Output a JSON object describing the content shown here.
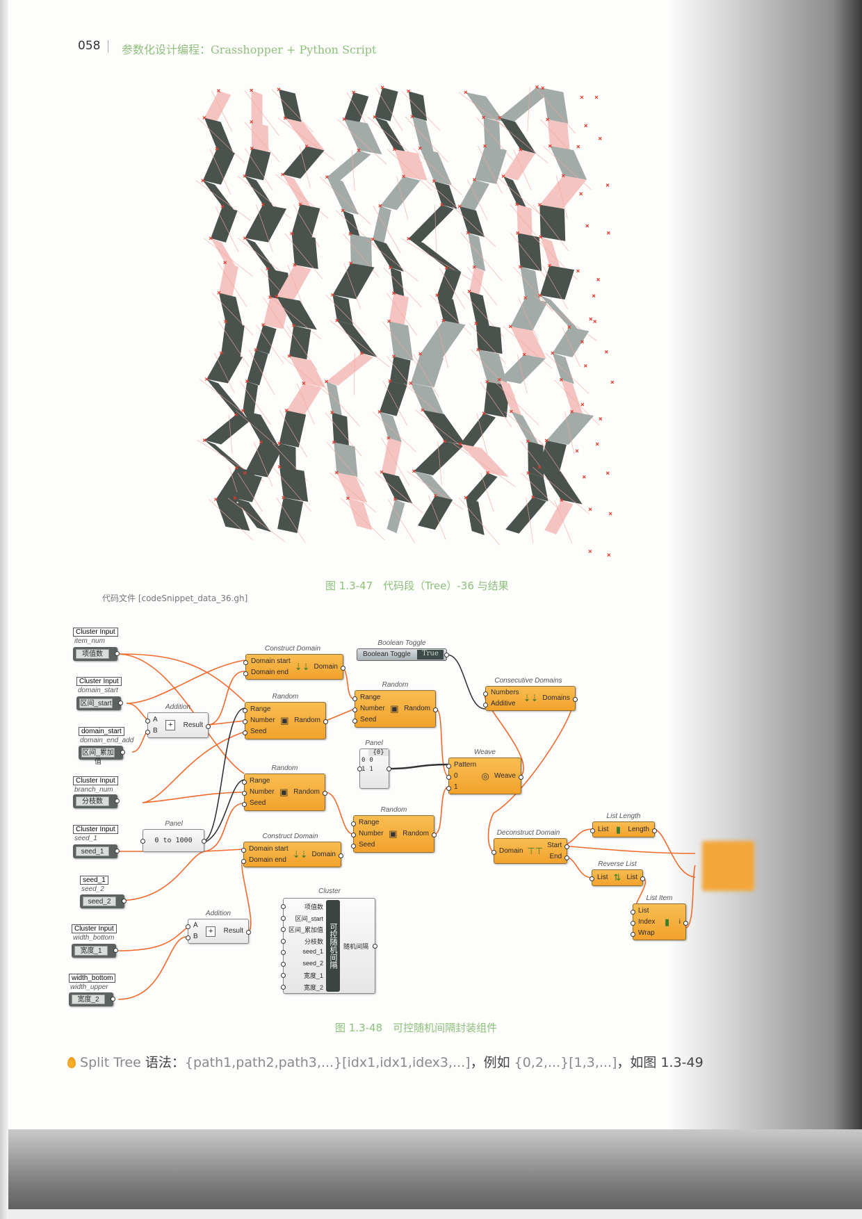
{
  "header": {
    "page_number": "058",
    "book_title": "参数化设计编程：Grasshopper + Python Script"
  },
  "figure1": {
    "caption": "图 1.3-47　代码段（Tree）-36 与结果",
    "colors": {
      "dark": "#4a524e",
      "light": "#a3aba8",
      "pink": "#f5c4c0",
      "marker": "#e03a2a"
    }
  },
  "code_file": "代码文件 [codeSnippet_data_36.gh]",
  "diagram": {
    "cluster_inputs": [
      {
        "label": "Cluster Input",
        "nickname": "item_num",
        "param": "项值数"
      },
      {
        "label": "Cluster Input",
        "nickname": "domain_start",
        "param": "区间_start"
      },
      {
        "label": "domain_start",
        "nickname": "domain_end_add",
        "param": "区间_累加值"
      },
      {
        "label": "Cluster Input",
        "nickname": "branch_num",
        "param": "分枝数"
      },
      {
        "label": "Cluster Input",
        "nickname": "seed_1",
        "param": "seed_1"
      },
      {
        "label": "seed_1",
        "nickname": "seed_2",
        "param": "seed_2"
      },
      {
        "label": "Cluster Input",
        "nickname": "width_bottom",
        "param": "宽度_1"
      },
      {
        "label": "width_bottom",
        "nickname": "width_upper",
        "param": "宽度_2"
      }
    ],
    "components": [
      {
        "title": "Construct Domain",
        "inputs": [
          "Domain start",
          "Domain end"
        ],
        "outputs": [
          "Domain"
        ],
        "icon": "construct-domain-icon",
        "style": "orange"
      },
      {
        "title": "Random",
        "inputs": [
          "Range",
          "Number",
          "Seed"
        ],
        "outputs": [
          "Random"
        ],
        "icon": "random-dice-icon",
        "style": "orange"
      },
      {
        "title": "Addition",
        "inputs": [
          "A",
          "B"
        ],
        "outputs": [
          "Result"
        ],
        "icon": "plus-icon",
        "style": "white"
      },
      {
        "title": "Random",
        "inputs": [
          "Range",
          "Number",
          "Seed"
        ],
        "outputs": [
          "Random"
        ],
        "icon": "random-dice-icon",
        "style": "orange"
      },
      {
        "title": "Construct Domain",
        "inputs": [
          "Domain start",
          "Domain end"
        ],
        "outputs": [
          "Domain"
        ],
        "icon": "construct-domain-icon",
        "style": "orange"
      },
      {
        "title": "Addition",
        "inputs": [
          "A",
          "B"
        ],
        "outputs": [
          "Result"
        ],
        "icon": "plus-icon",
        "style": "white"
      },
      {
        "title": "Random",
        "inputs": [
          "Range",
          "Number",
          "Seed"
        ],
        "outputs": [
          "Random"
        ],
        "icon": "random-dice-icon",
        "style": "orange"
      },
      {
        "title": "Random",
        "inputs": [
          "Range",
          "Number",
          "Seed"
        ],
        "outputs": [
          "Random"
        ],
        "icon": "random-dice-icon",
        "style": "orange"
      },
      {
        "title": "Consecutive Domains",
        "inputs": [
          "Numbers",
          "Additive"
        ],
        "outputs": [
          "Domains"
        ],
        "icon": "consecutive-domains-icon",
        "style": "orange"
      },
      {
        "title": "Weave",
        "inputs": [
          "Pattern",
          "0",
          "1"
        ],
        "outputs": [
          "Weave"
        ],
        "icon": "weave-icon",
        "style": "orange"
      },
      {
        "title": "Deconstruct Domain",
        "inputs": [
          "Domain"
        ],
        "outputs": [
          "Start",
          "End"
        ],
        "icon": "deconstruct-domain-icon",
        "style": "orange"
      },
      {
        "title": "List Length",
        "inputs": [
          "List"
        ],
        "outputs": [
          "Length"
        ],
        "icon": "list-length-icon",
        "style": "orange"
      },
      {
        "title": "Reverse List",
        "inputs": [
          "List"
        ],
        "outputs": [
          "List"
        ],
        "icon": "reverse-list-icon",
        "style": "orange"
      },
      {
        "title": "List Item",
        "inputs": [
          "List",
          "Index",
          "Wrap"
        ],
        "outputs": [
          "i"
        ],
        "icon": "list-item-icon",
        "style": "orange"
      }
    ],
    "panel_range": {
      "title": "Panel",
      "value": "0 to 1000"
    },
    "panel_pattern": {
      "title": "Panel",
      "header": "{0}",
      "rows": [
        [
          "0",
          "0"
        ],
        [
          "1",
          "1"
        ]
      ]
    },
    "boolean_toggle": {
      "title": "Boolean Toggle",
      "label": "Boolean Toggle",
      "value": "True"
    },
    "cluster": {
      "title": "Cluster",
      "inputs": [
        "项值数",
        "区间_start",
        "区间_累加值",
        "分枝数",
        "seed_1",
        "seed_2",
        "宽度_1",
        "宽度_2"
      ],
      "name": "可控随机间隔",
      "output": "随机间隔"
    },
    "wire_color": "#f26a2a"
  },
  "figure2": {
    "caption": "图 1.3-48　可控随机间隔封装组件"
  },
  "body_text": {
    "prefix": "Split Tree",
    "label": "语法：",
    "syntax": "{path1,path2,path3,...}[idx1,idx1,idex3,...]",
    "mid": "，例如",
    "example": "{0,2,...}[1,3,...]",
    "suffix": "，如图 1.3-49"
  }
}
